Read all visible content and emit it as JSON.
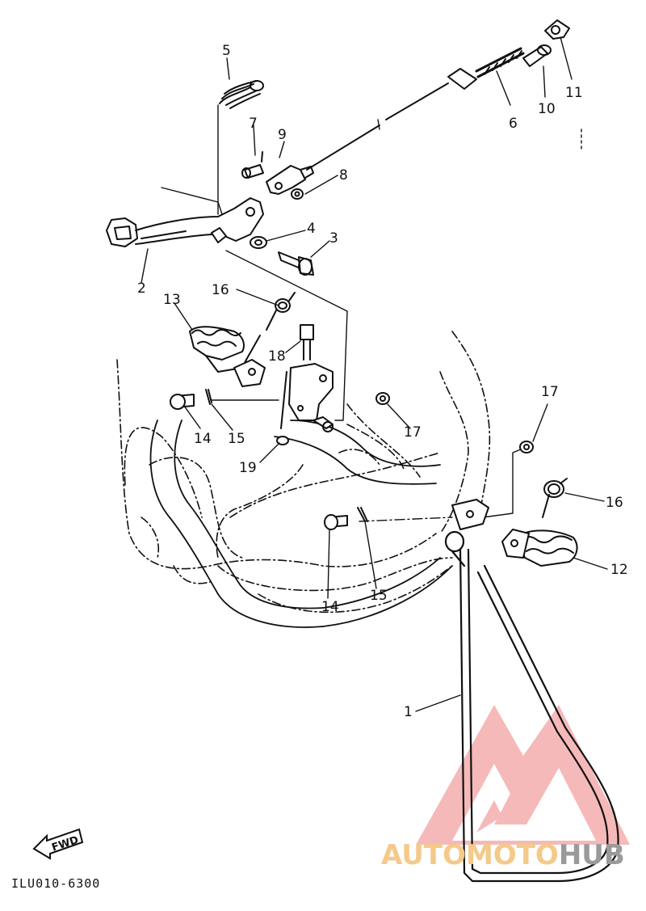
{
  "diagram": {
    "callouts": [
      "1",
      "2",
      "3",
      "4",
      "5",
      "6",
      "7",
      "8",
      "9",
      "10",
      "11",
      "12",
      "13",
      "14",
      "15",
      "16",
      "17",
      "18",
      "19"
    ],
    "callouts_repeat": {
      "14b": "14",
      "15b": "15",
      "16b": "16",
      "17b": "17"
    },
    "reference_code": "ILU010-6300",
    "fwd_badge": "FWD",
    "watermark": {
      "part1": "AUTOMOTO",
      "part2": "HUB",
      "colors": {
        "logo": "#f08080",
        "text1": "#f4c98a",
        "text2": "#9a9a9a"
      }
    },
    "icons": [
      "fwd-arrow-icon",
      "automotohub-logo-icon"
    ]
  }
}
